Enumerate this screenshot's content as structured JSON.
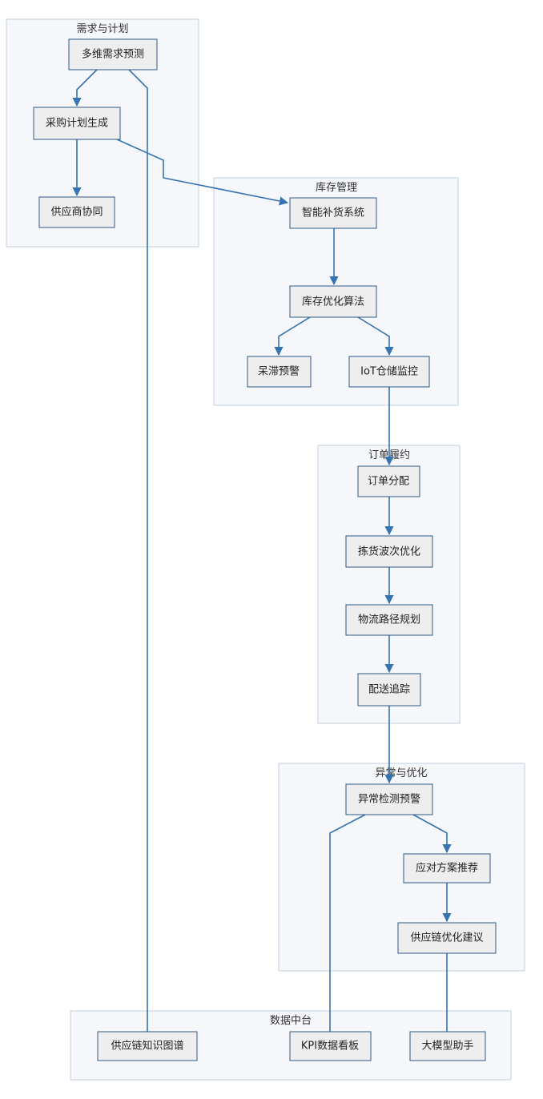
{
  "clusters": {
    "demand": "需求与计划",
    "inventory": "库存管理",
    "order": "订单履约",
    "anomaly": "异常与优化",
    "data": "数据中台"
  },
  "nodes": {
    "forecast": "多维需求预测",
    "purchase": "采购计划生成",
    "supplier": "供应商协同",
    "replenish": "智能补货系统",
    "optimize": "库存优化算法",
    "stagnant": "呆滞预警",
    "iot": "IoT仓储监控",
    "allocate": "订单分配",
    "picking": "拣货波次优化",
    "route": "物流路径规划",
    "tracking": "配送追踪",
    "detect": "异常检测预警",
    "response": "应对方案推荐",
    "advice": "供应链优化建议",
    "kg": "供应链知识图谱",
    "kpi": "KPI数据看板",
    "llm": "大模型助手"
  },
  "colors": {
    "edge": "#3573b1",
    "node_fill": "#eeeeee",
    "node_border": "#2f5a86",
    "cluster_fill": "#f5f7fa",
    "cluster_border": "#c3cfdc"
  }
}
